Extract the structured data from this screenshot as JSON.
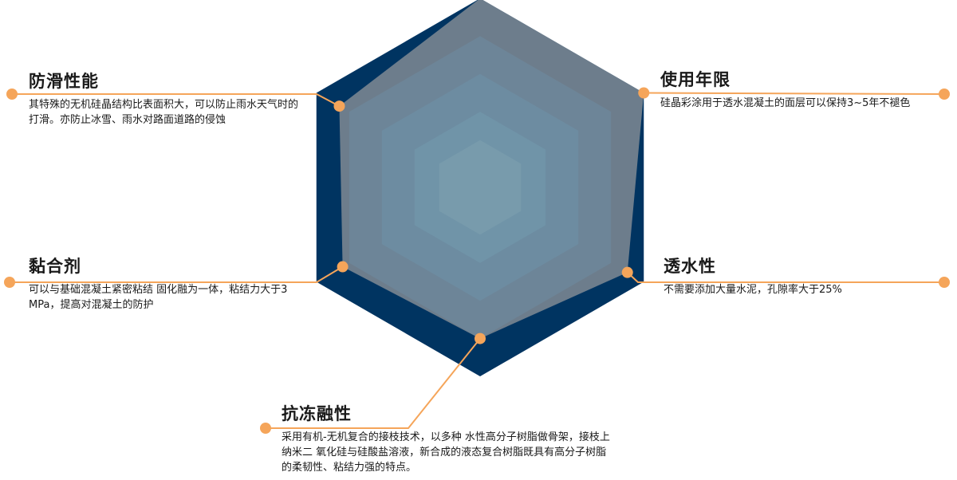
{
  "colors": {
    "ring_outer": "#003461",
    "ring_2": "#014b85",
    "ring_3": "#0362a3",
    "ring_4": "#0a7ab8",
    "ring_5": "#2590c4",
    "ring_inner": "#45a8d2",
    "data_fill": "#a0a0a0",
    "accent": "#f5a55a"
  },
  "features": [
    {
      "key": "slip",
      "title": "防滑性能",
      "desc": "其特殊的无机硅晶结构比表面积大，可以防止雨水天气时的打滑。亦防止冰雪、雨水对路面道路的侵蚀"
    },
    {
      "key": "life",
      "title": "使用年限",
      "desc": "硅晶彩涂用于透水混凝土的面层可以保持3~5年不褪色"
    },
    {
      "key": "bond",
      "title": "黏合剂",
      "desc": "可以与基础混凝土紧密粘结 固化融为一体，粘结力大于3 MPa，提高对混凝土的防护"
    },
    {
      "key": "perm",
      "title": "透水性",
      "desc": "不需要添加大量水泥，孔隙率大于25%"
    },
    {
      "key": "freeze",
      "title": "抗冻融性",
      "desc": "采用有机-无机复合的接枝技术，以多种 水性高分子树脂做骨架，接枝上纳米二 氧化硅与硅酸盐溶液，新合成的液态复合树脂既具有高分子树脂的柔韧性、粘结力强的特点。"
    }
  ],
  "chart_data": {
    "type": "radar",
    "axes": [
      "使用年限",
      "透水性",
      "抗冻融性",
      "黏合剂",
      "防滑性能",
      ""
    ],
    "rmax": 1,
    "levels": [
      1,
      0.8,
      0.6,
      0.4,
      0.25
    ],
    "series": [
      {
        "values": [
          1.0,
          0.9,
          0.8,
          0.84,
          0.86,
          1.0
        ]
      }
    ]
  }
}
